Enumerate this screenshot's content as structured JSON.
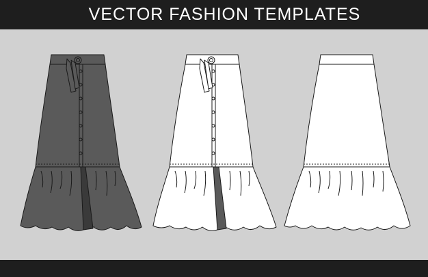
{
  "header": {
    "title": "VECTOR FASHION TEMPLATES"
  },
  "colors": {
    "background": "#d1d1d1",
    "band": "#1e1e1e",
    "skirt_dark_fill": "#5a5a5a",
    "skirt_light_fill": "#ffffff",
    "outline": "#1a1a1a"
  },
  "figures": [
    {
      "name": "front-view-dark",
      "fill": "dark",
      "has_belt": true,
      "has_buttons": true
    },
    {
      "name": "front-view-light",
      "fill": "light",
      "has_belt": true,
      "has_buttons": true
    },
    {
      "name": "back-view-light",
      "fill": "light",
      "has_belt": false,
      "has_buttons": false
    }
  ]
}
